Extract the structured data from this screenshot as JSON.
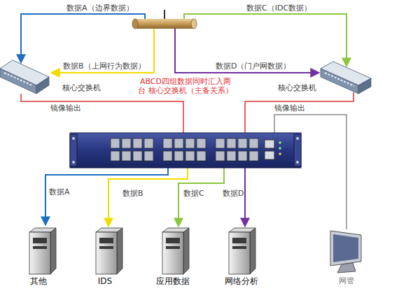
{
  "diagram": {
    "nodes": [
      {
        "text": [
          "核心交换机"
        ]
      },
      {
        "text": [
          "核心交换机"
        ]
      },
      {
        "text": [
          "其他"
        ]
      },
      {
        "text": [
          "IDS"
        ]
      },
      {
        "text": [
          "应用数据"
        ]
      },
      {
        "text": [
          "网络分析"
        ]
      },
      {
        "text": [
          "网管"
        ]
      }
    ],
    "labels": [
      "数据A（边界数据）",
      "数据B（上网行为数据）",
      "数据C（IDC数据）",
      "数据D（门户网数据）",
      "ABCD四组数据同时汇入两台 核心交换机（主备关系）",
      "镜像输出",
      "镜像输出",
      "数据A",
      "数据B",
      "数据C",
      "数据D"
    ]
  }
}
